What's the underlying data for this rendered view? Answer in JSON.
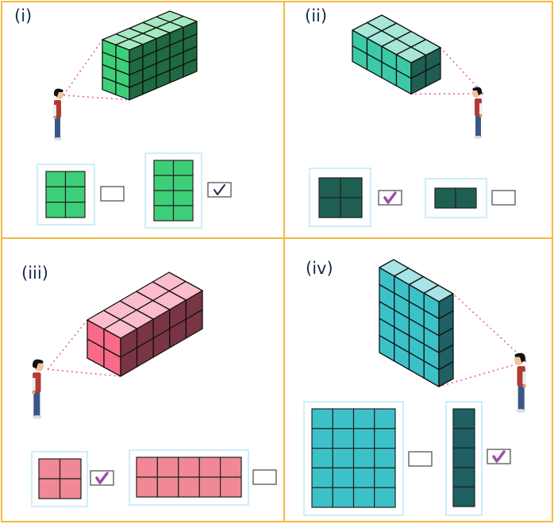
{
  "panels": [
    {
      "label": "(i)",
      "viewer_side": "left",
      "block": {
        "front_cols": 2,
        "rows": 4,
        "depth": 5
      },
      "colors": {
        "front": "#3dcf77",
        "side": "#1f6a40",
        "top": "#a6e9c1",
        "answer": "#3dcf77"
      },
      "options": [
        {
          "grid_cols": 2,
          "grid_rows": 3,
          "checked": false
        },
        {
          "grid_cols": 2,
          "grid_rows": 4,
          "checked": true,
          "check_color": "#1b2a4e"
        }
      ]
    },
    {
      "label": "(ii)",
      "viewer_side": "right",
      "block": {
        "front_cols": 4,
        "rows": 2,
        "depth": 2
      },
      "colors": {
        "front": "#3cc9a8",
        "side": "#1f5f52",
        "top": "#a7e7d7",
        "answer": "#1f5f52"
      },
      "options": [
        {
          "grid_cols": 2,
          "grid_rows": 2,
          "checked": true,
          "check_color": "#9b4fa8"
        },
        {
          "grid_cols": 2,
          "grid_rows": 1,
          "checked": false
        }
      ]
    },
    {
      "label": "(iii)",
      "viewer_side": "left",
      "block": {
        "front_cols": 2,
        "rows": 2,
        "depth": 5
      },
      "colors": {
        "front": "#f76b88",
        "side": "#7a3545",
        "top": "#fbbccb",
        "answer": "#f08896"
      },
      "options": [
        {
          "grid_cols": 2,
          "grid_rows": 2,
          "checked": true,
          "check_color": "#9b4fa8"
        },
        {
          "grid_cols": 5,
          "grid_rows": 2,
          "checked": false
        }
      ]
    },
    {
      "label": "(iv)",
      "viewer_side": "right",
      "block": {
        "front_cols": 4,
        "rows": 5,
        "depth": 1
      },
      "colors": {
        "front": "#3dc1c9",
        "side": "#1e6064",
        "top": "#a8e3e6",
        "answer": "#3dc1c9"
      },
      "options": [
        {
          "grid_cols": 4,
          "grid_rows": 5,
          "checked": false
        },
        {
          "grid_cols": 1,
          "grid_rows": 5,
          "checked": true,
          "check_color": "#9b4fa8",
          "fill": "#1e6064"
        }
      ]
    }
  ],
  "frame_color": "#f5b942",
  "option_frame_color": "#bfe8f7",
  "sight_line_color": "#ec5fa6"
}
